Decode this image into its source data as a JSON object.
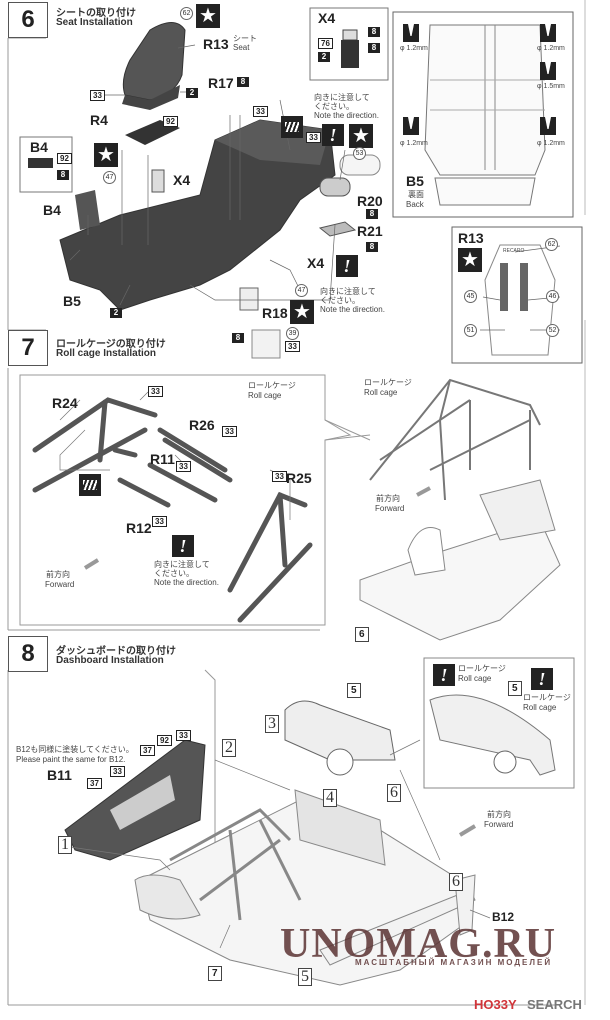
{
  "steps": [
    {
      "number": "6",
      "title_jp": "シートの取り付け",
      "title_en": "Seat Installation",
      "parts": {
        "R13": "R13",
        "R13_jp": "シート",
        "R13_en": "Seat",
        "R17": "R17",
        "R4": "R4",
        "B4": "B4",
        "B4_box": "B4",
        "X4_main": "X4",
        "X4_box": "X4",
        "X4_lower": "X4",
        "B5": "B5",
        "R20": "R20",
        "R21": "R21",
        "R18": "R18"
      },
      "paint_codes": {
        "seat_top": "62",
        "seat_left": "33",
        "seat_right": "2",
        "r17": "8",
        "r4": "92",
        "b4_box_a": "92",
        "b4_box_b": "8",
        "x4_box_a": "8",
        "x4_box_b": "76",
        "x4_box_c": "8",
        "x4_box_d": "2",
        "decal_47": "47",
        "decal_47b": "47",
        "floor_33a": "33",
        "floor_33b": "33",
        "floor_2": "2",
        "tank_53": "53",
        "r20": "8",
        "r21": "8",
        "r18_39": "39",
        "r18_8": "8",
        "r18_33": "33"
      },
      "notes": {
        "direction_jp": "向きに注意して\nください。",
        "direction_en": "Note the direction.",
        "direction2_jp": "向きに注意して\nください。",
        "direction2_en": "Note the direction."
      },
      "underside": {
        "label": "B5",
        "label_jp": "裏面",
        "label_en": "Back",
        "holes": [
          "φ 1.2mm",
          "φ 1.2mm",
          "φ 1.5mm",
          "φ 1.2mm",
          "φ 1.2mm"
        ]
      },
      "harness": {
        "label": "R13",
        "brand": "RECARO",
        "decals": [
          "62",
          "45",
          "46",
          "51",
          "52"
        ]
      }
    },
    {
      "number": "7",
      "title_jp": "ロールケージの取り付け",
      "title_en": "Roll cage Installation",
      "parts": [
        "R24",
        "R26",
        "R11",
        "R12",
        "R25"
      ],
      "paint_codes": [
        "33",
        "33",
        "33",
        "33",
        "33"
      ],
      "rollcage_jp": "ロールケージ",
      "rollcage_en": "Roll cage",
      "forward_jp": "前方向",
      "forward_en": "Forward",
      "note_jp": "向きに注意して\nください。",
      "note_en": "Note the direction.",
      "ref_step": "6"
    },
    {
      "number": "8",
      "title_jp": "ダッシュボードの取り付け",
      "title_en": "Dashboard Installation",
      "paint_note_jp": "B12も同様に塗装してください。",
      "paint_note_en": "Please paint the same for B12.",
      "parts": {
        "B11": "B11",
        "B12": "B12"
      },
      "paint_codes": [
        "37",
        "33",
        "37",
        "92",
        "33"
      ],
      "refs": [
        "1",
        "2",
        "3",
        "4",
        "5",
        "6",
        "6",
        "5",
        "7"
      ],
      "detail": {
        "rollcage_jp": "ロールケージ",
        "rollcage_en": "Roll cage",
        "rollcage2_jp": "ロールケージ",
        "rollcage2_en": "Roll cage",
        "ref": "5"
      },
      "forward_jp": "前方向",
      "forward_en": "Forward"
    }
  ],
  "watermark": {
    "site": "UNOMAG.RU",
    "tagline": "МАСШТАБНЫЙ МАГАЗИН МОДЕЛЕЙ",
    "source_logo": "HO33Y",
    "source_text": "SEARCH",
    "source_color": "#d0353a"
  }
}
